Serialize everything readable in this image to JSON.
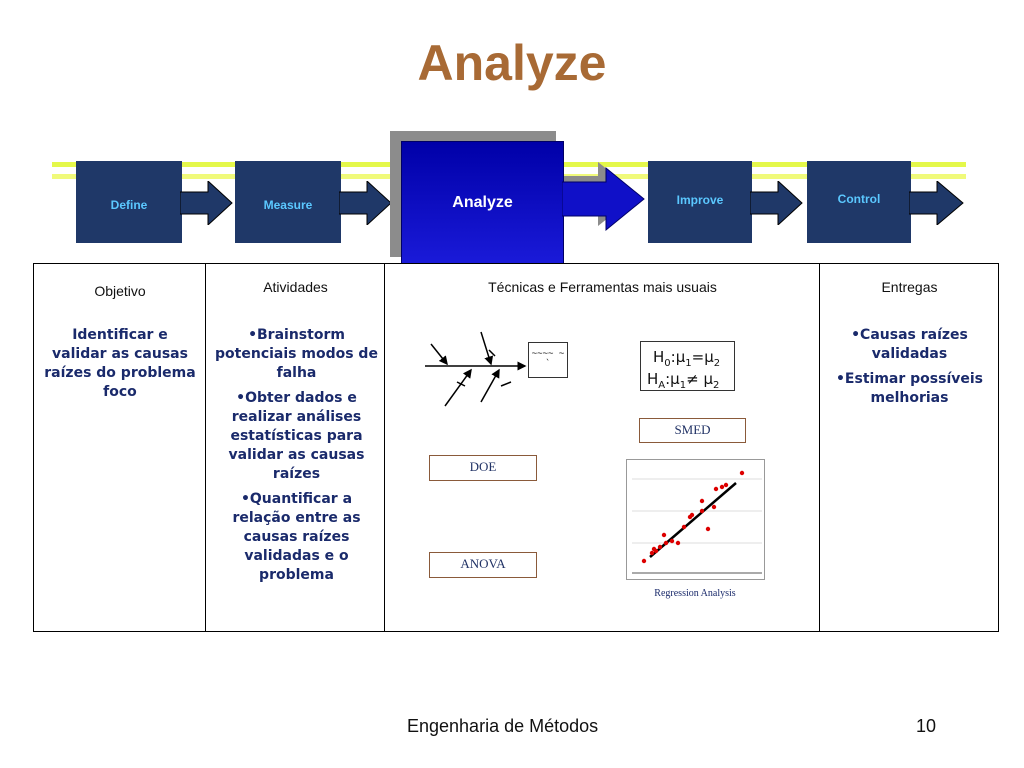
{
  "title": "Analyze",
  "phases": [
    {
      "label": "Define"
    },
    {
      "label": "Measure"
    },
    {
      "label": "Analyze"
    },
    {
      "label": "Improve"
    },
    {
      "label": "Control"
    }
  ],
  "table": {
    "headers": {
      "objetivo": "Objetivo",
      "atividades": "Atividades",
      "tecnicas": "Técnicas e Ferramentas mais usuais",
      "entregas": "Entregas"
    },
    "objetivo_text": "Identificar e validar as causas raízes do problema foco",
    "atividades": [
      "•Brainstorm potenciais modos de falha",
      "•Obter dados e realizar análises estatísticas para validar as causas raízes",
      "•Quantificar a relação entre as causas raízes validadas e o problema"
    ],
    "entregas": [
      "•Causas raízes validadas",
      "•Estimar possíveis melhorias"
    ]
  },
  "tools": {
    "doe": "DOE",
    "anova": "ANOVA",
    "smed": "SMED",
    "regression": "Regression Analysis",
    "fishbone_box": "~~~~ ~ `"
  },
  "hypothesis": {
    "h0_label": "H",
    "h0_sub": "0",
    "h0_rest": ":μ",
    "h0_sub1": "1",
    "h0_eq": "=μ",
    "h0_sub2": "2",
    "ha_label": "H",
    "ha_sub": "A",
    "ha_rest": ":μ",
    "ha_sub1": "1",
    "ha_neq": "≠ μ",
    "ha_sub2": "2"
  },
  "footer": {
    "course": "Engenharia de Métodos",
    "page": "10"
  },
  "colors": {
    "title": "#a86a35",
    "phase_box": "#1f3868",
    "phase_label": "#5bc8ff",
    "analyze_box": "#1010c8",
    "body_text": "#1a2a6b",
    "band": "#e4f84a",
    "scatter_point": "#dd0000"
  },
  "icons": {
    "fishbone": "fishbone-diagram-icon",
    "regression": "regression-plot-icon"
  }
}
